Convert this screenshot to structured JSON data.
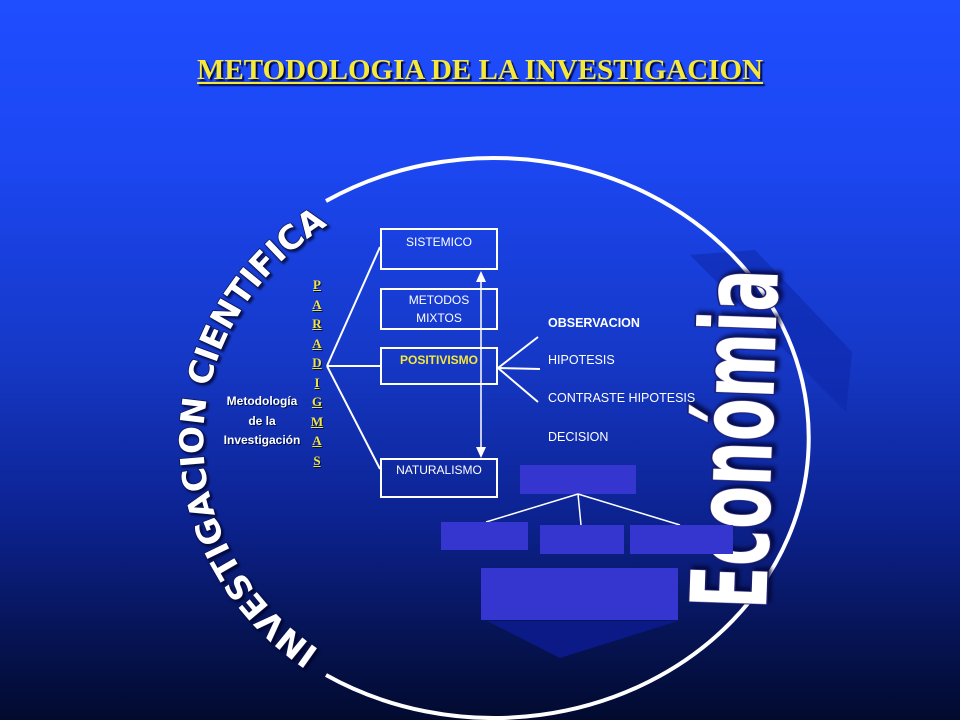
{
  "title": "METODOLOGIA DE LA INVESTIGACION",
  "arc_title": "INVESTIGACION CIENTIFICA",
  "side_word": "Económia",
  "method_label": {
    "line1": "Metodología",
    "line2": "de la",
    "line3": "Investigación"
  },
  "paradigm_word_letters": [
    "P",
    "A",
    "R",
    "A",
    "D",
    "I",
    "G",
    "M",
    "A",
    "S"
  ],
  "paradigms": [
    {
      "lines": [
        "SISTEMICO"
      ]
    },
    {
      "lines": [
        "METODOS",
        "MIXTOS"
      ]
    },
    {
      "lines": [
        "POSITIVISMO"
      ]
    },
    {
      "lines": [
        "NATURALISMO"
      ]
    }
  ],
  "positivist_steps": [
    "OBSERVACION",
    "HIPOTESIS",
    "CONTRASTE HIPOTESIS",
    "DECISION"
  ],
  "colors": {
    "background_top": "#1f4eff",
    "background_bottom": "#020a2e",
    "title": "#f5e83a",
    "paradigm_letters": "#f0e448",
    "highlight_text": "#f5e83a",
    "org_box_fill": "#3535cf",
    "line": "#ffffff"
  }
}
